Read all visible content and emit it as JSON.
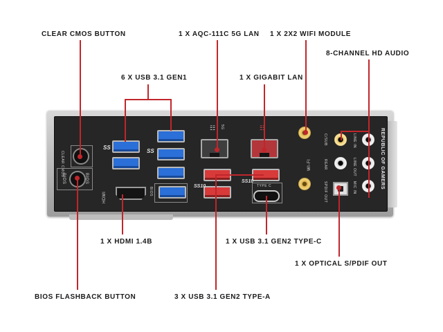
{
  "labels": {
    "clear_cmos": "CLEAR CMOS BUTTON",
    "aqc_lan": "1 X AQC-111C 5G LAN",
    "wifi": "1 X 2X2 WIFI MODULE",
    "hd_audio": "8-CHANNEL HD AUDIO",
    "usb31_gen1": "6 X USB 3.1 GEN1",
    "gigabit_lan": "1 X GIGABIT LAN",
    "hdmi": "1 X HDMI 1.4B",
    "type_c": "1 X USB 3.1 GEN2 TYPE-C",
    "optical": "1 X OPTICAL S/PDIF OUT",
    "bios_flashback": "BIOS FLASHBACK BUTTON",
    "type_a": "3 X USB 3.1 GEN2 TYPE-A"
  },
  "panel_text": {
    "clear_cmos": "CLEAR CMOS",
    "bios": "BIOS",
    "hdmi": "HDMI",
    "bios_usb": "BIOS",
    "type_c": "TYPE C",
    "wifi": "WI-FI",
    "c_sub": "C/SUB",
    "rear": "REAR",
    "spdif_out": "SPDIF OUT",
    "line_in": "LINE IN",
    "line_out": "LINE OUT",
    "mic_in": "MIC IN",
    "brand": "REPUBLIC OF GAMERS",
    "ss": "SS",
    "ss10": "SS10"
  },
  "colors": {
    "accent_line": "#c0262b",
    "usb_gen1": "#2b6fd8",
    "usb_gen2": "#d83a3a"
  }
}
